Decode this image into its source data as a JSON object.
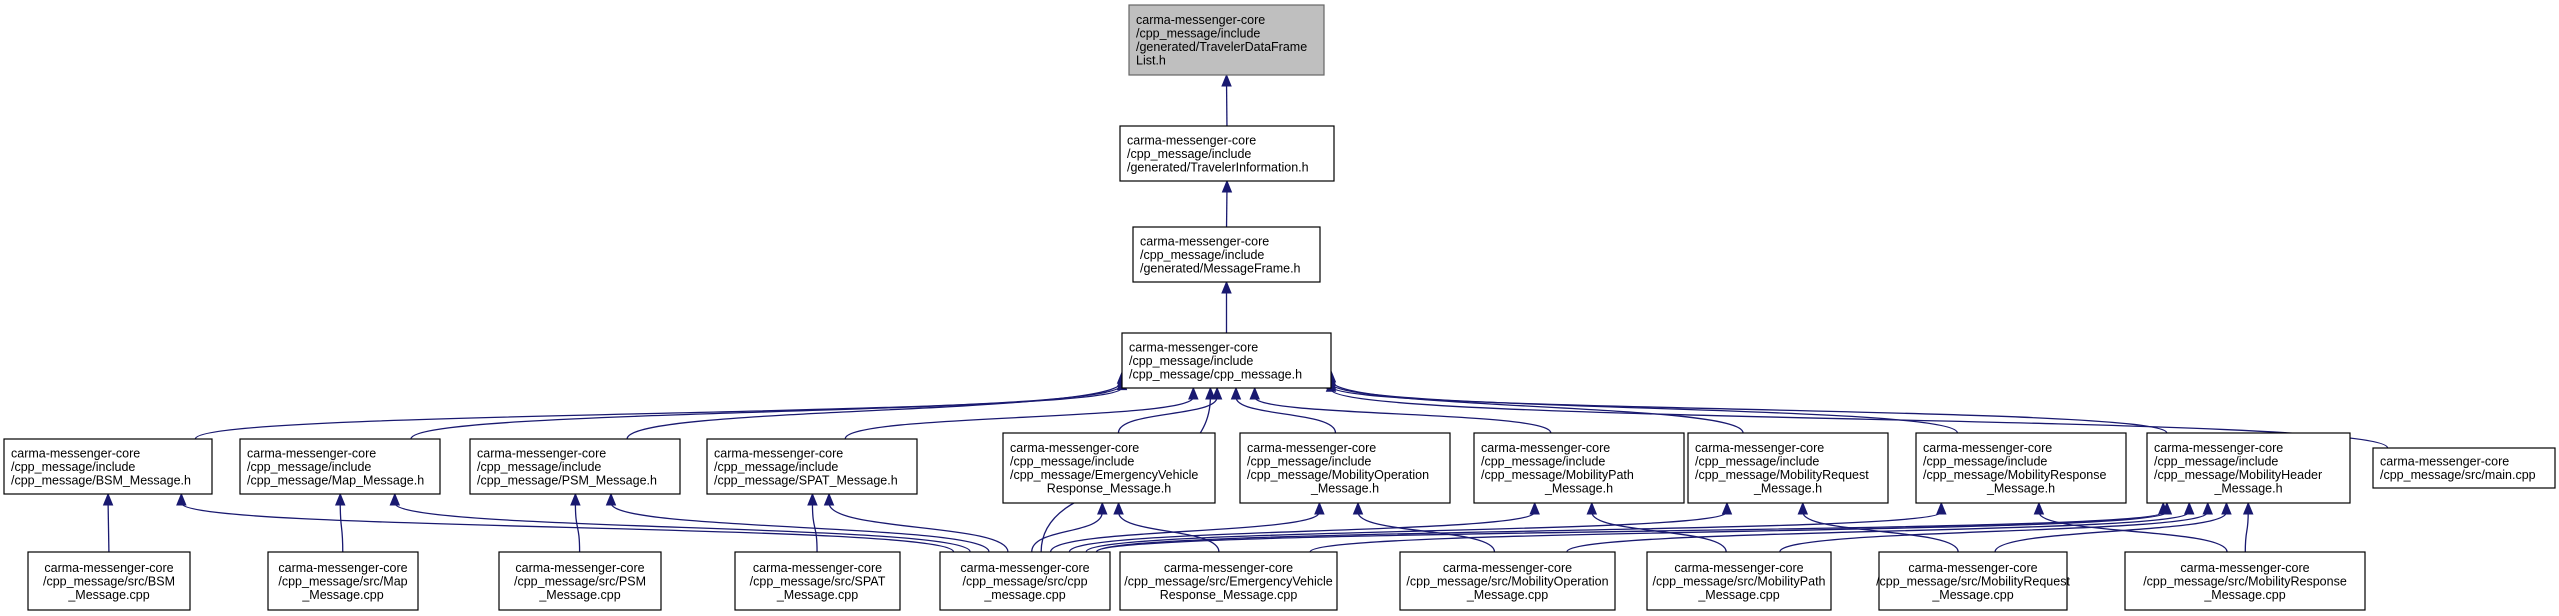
{
  "graph": {
    "nodes": [
      {
        "id": "travelerdataframelist",
        "root": true,
        "lines": [
          "carma-messenger-core",
          "/cpp_message/include",
          "/generated/TravelerDataFrame",
          "List.h"
        ],
        "align": "left"
      },
      {
        "id": "travelerinformation",
        "lines": [
          "carma-messenger-core",
          "/cpp_message/include",
          "/generated/TravelerInformation.h"
        ],
        "align": "left"
      },
      {
        "id": "messageframe",
        "lines": [
          "carma-messenger-core",
          "/cpp_message/include",
          "/generated/MessageFrame.h"
        ],
        "align": "left"
      },
      {
        "id": "cpp-message-h",
        "lines": [
          "carma-messenger-core",
          "/cpp_message/include",
          "/cpp_message/cpp_message.h"
        ],
        "align": "left"
      },
      {
        "id": "bsm-message-h",
        "lines": [
          "carma-messenger-core",
          "/cpp_message/include",
          "/cpp_message/BSM_Message.h"
        ],
        "align": "left"
      },
      {
        "id": "map-message-h",
        "lines": [
          "carma-messenger-core",
          "/cpp_message/include",
          "/cpp_message/Map_Message.h"
        ],
        "align": "left"
      },
      {
        "id": "psm-message-h",
        "lines": [
          "carma-messenger-core",
          "/cpp_message/include",
          "/cpp_message/PSM_Message.h"
        ],
        "align": "left"
      },
      {
        "id": "spat-message-h",
        "lines": [
          "carma-messenger-core",
          "/cpp_message/include",
          "/cpp_message/SPAT_Message.h"
        ],
        "align": "left"
      },
      {
        "id": "emergency-h",
        "lines": [
          "carma-messenger-core",
          "/cpp_message/include",
          "/cpp_message/EmergencyVehicle",
          "Response_Message.h"
        ],
        "align": "left",
        "center_last": true
      },
      {
        "id": "mobilityoperation-h",
        "lines": [
          "carma-messenger-core",
          "/cpp_message/include",
          "/cpp_message/MobilityOperation",
          "_Message.h"
        ],
        "align": "left",
        "center_last": true
      },
      {
        "id": "mobilitypath-h",
        "lines": [
          "carma-messenger-core",
          "/cpp_message/include",
          "/cpp_message/MobilityPath",
          "_Message.h"
        ],
        "align": "left",
        "center_last": true
      },
      {
        "id": "mobilityrequest-h",
        "lines": [
          "carma-messenger-core",
          "/cpp_message/include",
          "/cpp_message/MobilityRequest",
          "_Message.h"
        ],
        "align": "left",
        "center_last": true
      },
      {
        "id": "mobilityresponse-h",
        "lines": [
          "carma-messenger-core",
          "/cpp_message/include",
          "/cpp_message/MobilityResponse",
          "_Message.h"
        ],
        "align": "left",
        "center_last": true
      },
      {
        "id": "mobilityheader-h",
        "lines": [
          "carma-messenger-core",
          "/cpp_message/include",
          "/cpp_message/MobilityHeader",
          "_Message.h"
        ],
        "align": "left",
        "center_last": true
      },
      {
        "id": "main-cpp",
        "lines": [
          "carma-messenger-core",
          "/cpp_message/src/main.cpp"
        ],
        "align": "left"
      },
      {
        "id": "bsm-cpp",
        "lines": [
          "carma-messenger-core",
          "/cpp_message/src/BSM",
          "_Message.cpp"
        ],
        "align": "center"
      },
      {
        "id": "map-cpp",
        "lines": [
          "carma-messenger-core",
          "/cpp_message/src/Map",
          "_Message.cpp"
        ],
        "align": "center"
      },
      {
        "id": "psm-cpp",
        "lines": [
          "carma-messenger-core",
          "/cpp_message/src/PSM",
          "_Message.cpp"
        ],
        "align": "center"
      },
      {
        "id": "spat-cpp",
        "lines": [
          "carma-messenger-core",
          "/cpp_message/src/SPAT",
          "_Message.cpp"
        ],
        "align": "center"
      },
      {
        "id": "cpp-message-cpp",
        "lines": [
          "carma-messenger-core",
          "/cpp_message/src/cpp",
          "_message.cpp"
        ],
        "align": "center"
      },
      {
        "id": "emergency-cpp",
        "lines": [
          "carma-messenger-core",
          "/cpp_message/src/EmergencyVehicle",
          "Response_Message.cpp"
        ],
        "align": "center"
      },
      {
        "id": "mobilityoperation-cpp",
        "lines": [
          "carma-messenger-core",
          "/cpp_message/src/MobilityOperation",
          "_Message.cpp"
        ],
        "align": "center"
      },
      {
        "id": "mobilitypath-cpp",
        "lines": [
          "carma-messenger-core",
          "/cpp_message/src/MobilityPath",
          "_Message.cpp"
        ],
        "align": "center"
      },
      {
        "id": "mobilityrequest-cpp",
        "lines": [
          "carma-messenger-core",
          "/cpp_message/src/MobilityRequest",
          "_Message.cpp"
        ],
        "align": "center"
      },
      {
        "id": "mobilityresponse-cpp",
        "lines": [
          "carma-messenger-core",
          "/cpp_message/src/MobilityResponse",
          "_Message.cpp"
        ],
        "align": "center"
      }
    ],
    "edges": [
      {
        "from": "travelerinformation",
        "to": "travelerdataframelist"
      },
      {
        "from": "messageframe",
        "to": "travelerinformation"
      },
      {
        "from": "cpp-message-h",
        "to": "messageframe"
      },
      {
        "from": "bsm-message-h",
        "to": "cpp-message-h"
      },
      {
        "from": "map-message-h",
        "to": "cpp-message-h"
      },
      {
        "from": "psm-message-h",
        "to": "cpp-message-h"
      },
      {
        "from": "spat-message-h",
        "to": "cpp-message-h"
      },
      {
        "from": "cpp-message-cpp",
        "to": "cpp-message-h"
      },
      {
        "from": "emergency-h",
        "to": "cpp-message-h"
      },
      {
        "from": "mobilityoperation-h",
        "to": "cpp-message-h"
      },
      {
        "from": "mobilitypath-h",
        "to": "cpp-message-h"
      },
      {
        "from": "mobilityrequest-h",
        "to": "cpp-message-h"
      },
      {
        "from": "mobilityresponse-h",
        "to": "cpp-message-h"
      },
      {
        "from": "mobilityheader-h",
        "to": "cpp-message-h"
      },
      {
        "from": "main-cpp",
        "to": "cpp-message-h"
      },
      {
        "from": "bsm-cpp",
        "to": "bsm-message-h"
      },
      {
        "from": "cpp-message-cpp",
        "to": "bsm-message-h"
      },
      {
        "from": "map-cpp",
        "to": "map-message-h"
      },
      {
        "from": "cpp-message-cpp",
        "to": "map-message-h"
      },
      {
        "from": "psm-cpp",
        "to": "psm-message-h"
      },
      {
        "from": "cpp-message-cpp",
        "to": "psm-message-h"
      },
      {
        "from": "spat-cpp",
        "to": "spat-message-h"
      },
      {
        "from": "cpp-message-cpp",
        "to": "spat-message-h"
      },
      {
        "from": "cpp-message-cpp",
        "to": "emergency-h"
      },
      {
        "from": "emergency-cpp",
        "to": "emergency-h"
      },
      {
        "from": "cpp-message-cpp",
        "to": "mobilityoperation-h"
      },
      {
        "from": "mobilityoperation-cpp",
        "to": "mobilityoperation-h"
      },
      {
        "from": "cpp-message-cpp",
        "to": "mobilitypath-h"
      },
      {
        "from": "mobilitypath-cpp",
        "to": "mobilitypath-h"
      },
      {
        "from": "cpp-message-cpp",
        "to": "mobilityrequest-h"
      },
      {
        "from": "mobilityrequest-cpp",
        "to": "mobilityrequest-h"
      },
      {
        "from": "cpp-message-cpp",
        "to": "mobilityresponse-h"
      },
      {
        "from": "mobilityresponse-cpp",
        "to": "mobilityresponse-h"
      },
      {
        "from": "cpp-message-cpp",
        "to": "mobilityheader-h"
      },
      {
        "from": "emergency-cpp",
        "to": "mobilityheader-h"
      },
      {
        "from": "mobilityoperation-cpp",
        "to": "mobilityheader-h"
      },
      {
        "from": "mobilitypath-cpp",
        "to": "mobilityheader-h"
      },
      {
        "from": "mobilityrequest-cpp",
        "to": "mobilityheader-h"
      },
      {
        "from": "mobilityresponse-cpp",
        "to": "mobilityheader-h"
      }
    ],
    "colors": {
      "edge": "#191970",
      "root_fill": "#bfbfbf",
      "root_stroke": "#666666",
      "node_stroke": "#000000"
    }
  }
}
